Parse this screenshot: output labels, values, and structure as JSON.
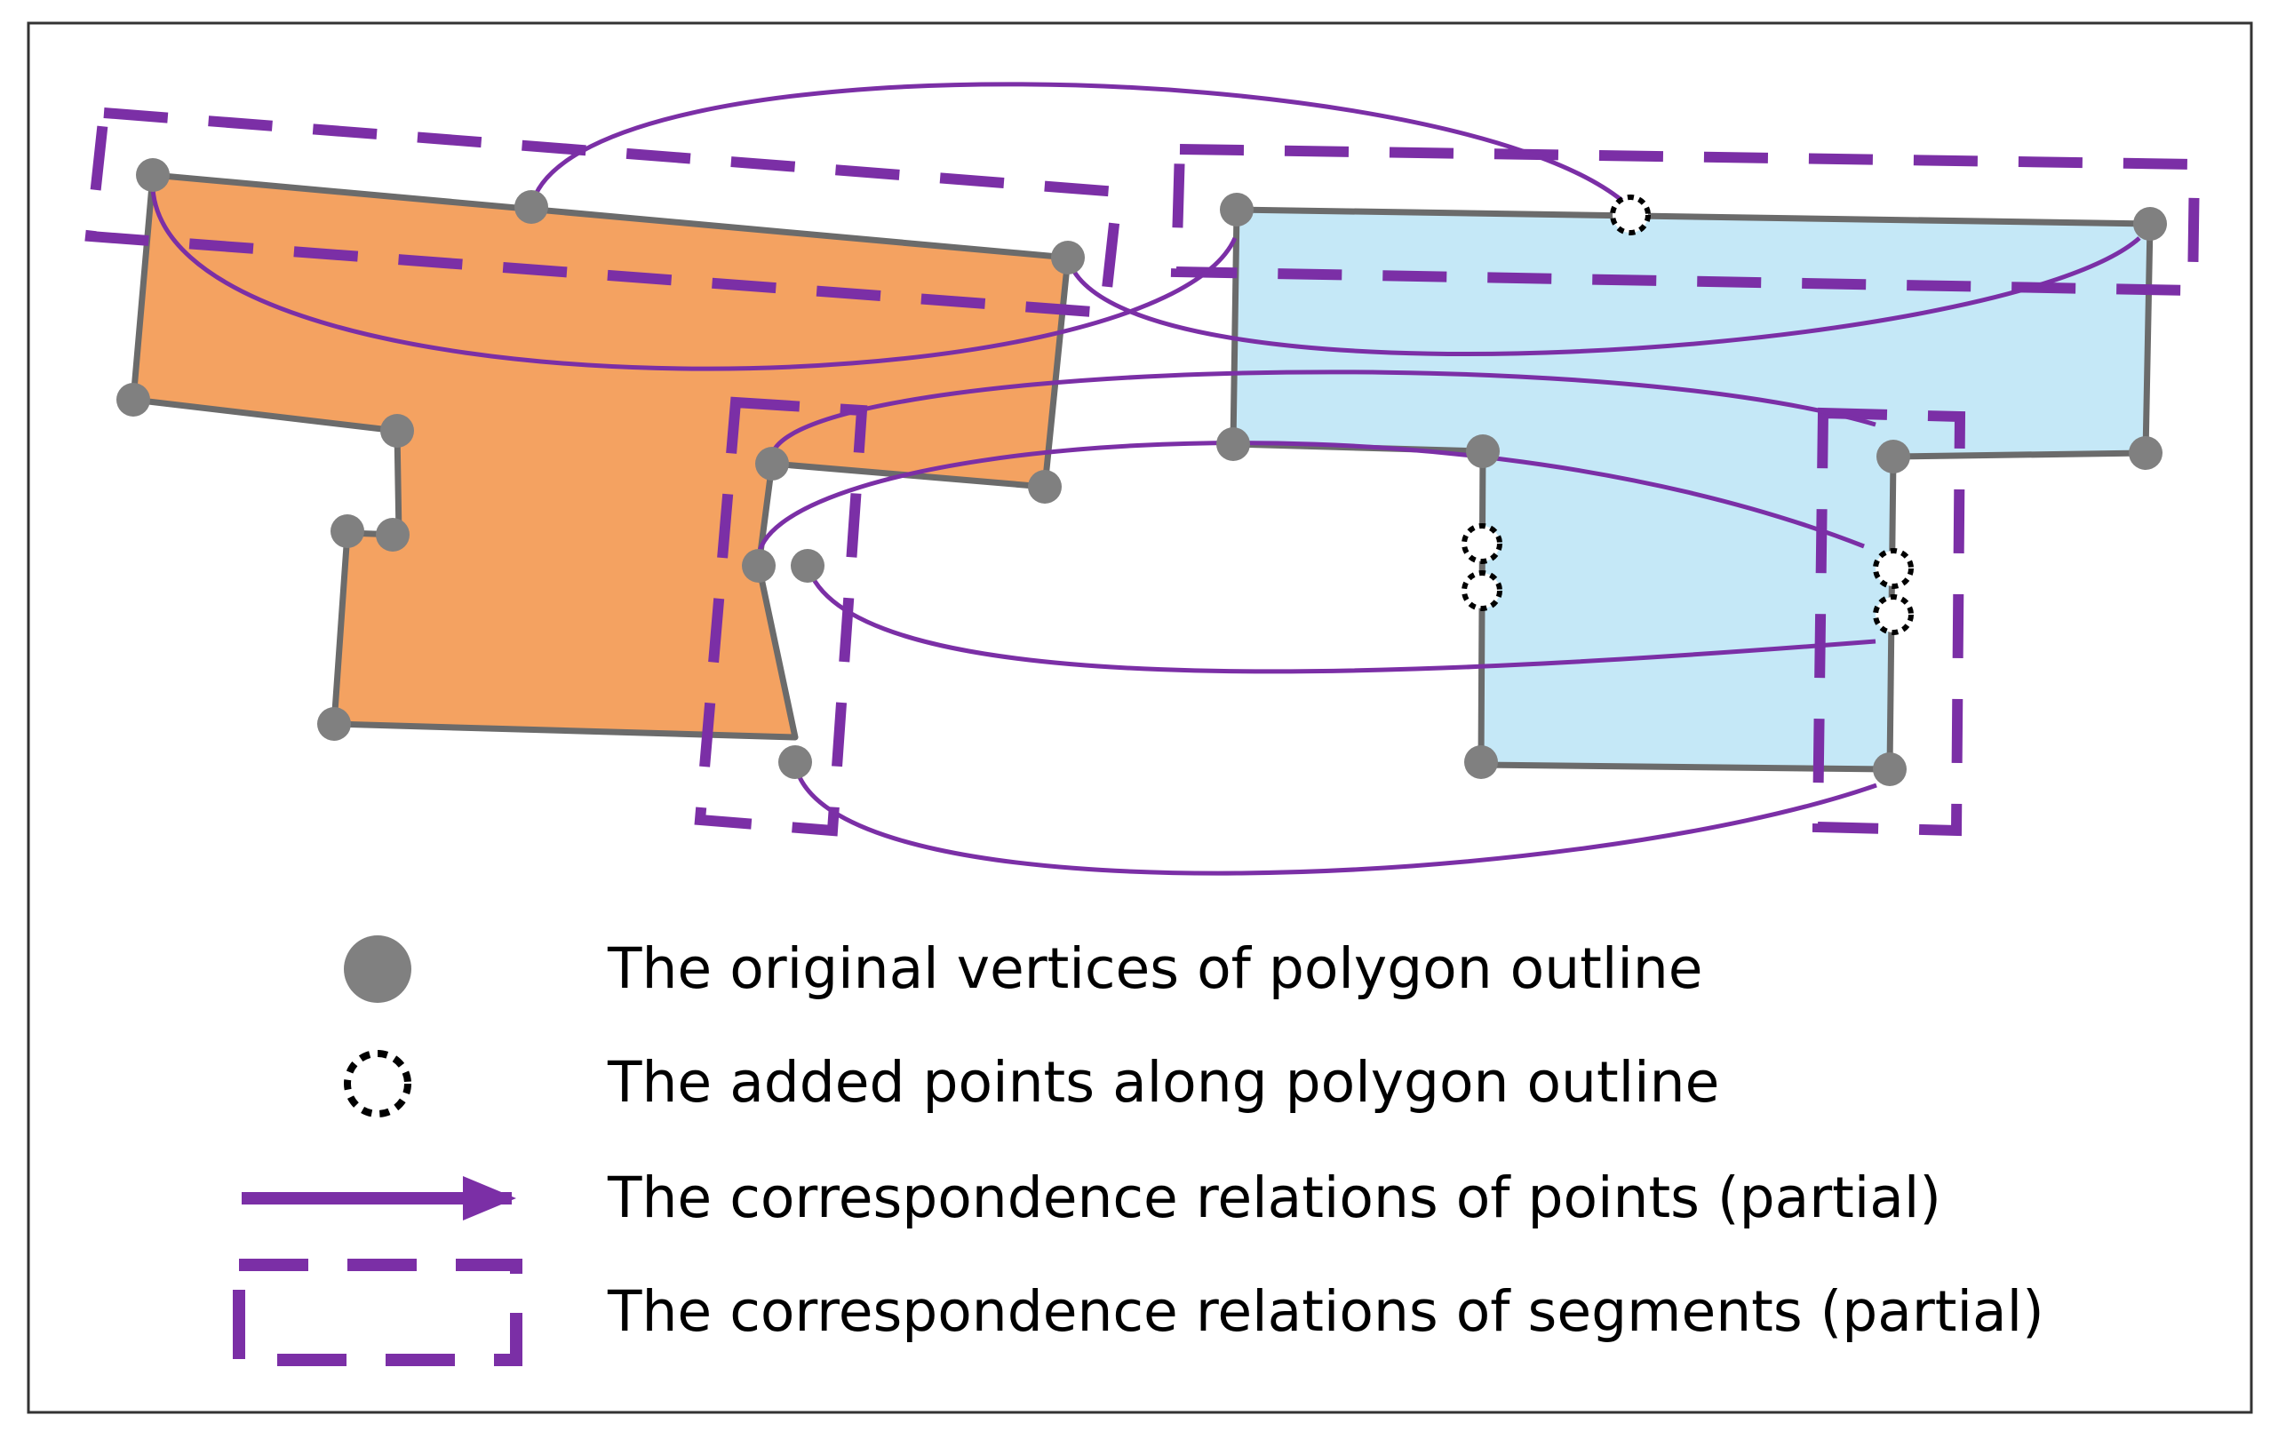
{
  "colors": {
    "left_polygon_fill": "#F4A261",
    "right_polygon_fill": "#C5E8F7",
    "outline": "#6B6B6B",
    "vertex": "#808080",
    "relation": "#7B2FA6",
    "added_point_stroke": "#000000",
    "frame": "#333333",
    "text": "#000000"
  },
  "legend": {
    "items": [
      {
        "symbol": "gray-vertex",
        "label": "The original vertices of polygon outline"
      },
      {
        "symbol": "dotted-circle",
        "label": "The added points along polygon outline"
      },
      {
        "symbol": "purple-arrow",
        "label": "The correspondence relations of points (partial)"
      },
      {
        "symbol": "dashed-rectangle",
        "label": "The correspondence relations of segments (partial)"
      }
    ]
  }
}
